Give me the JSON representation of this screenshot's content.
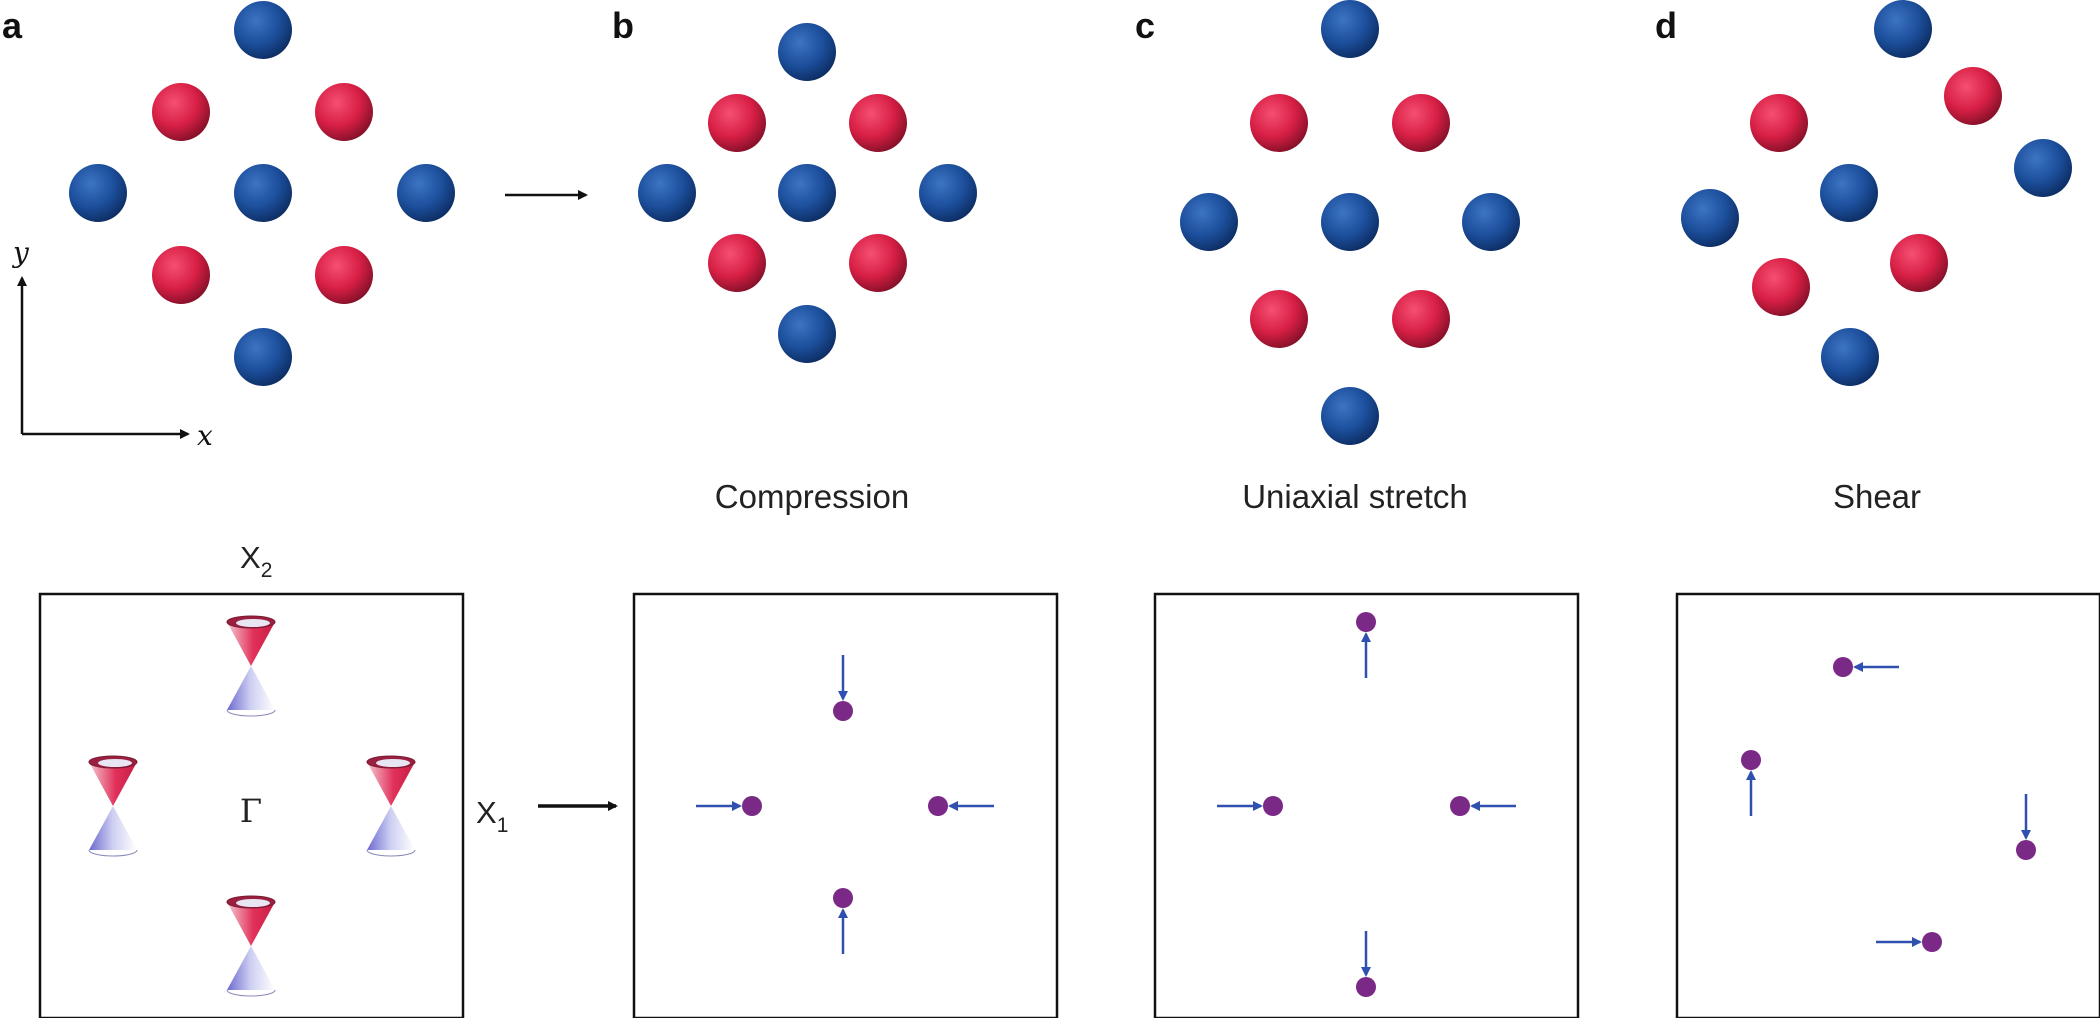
{
  "panels": {
    "a": {
      "letter": "a"
    },
    "b": {
      "letter": "b",
      "caption": "Compression"
    },
    "c": {
      "letter": "c",
      "caption": "Uniaxial stretch"
    },
    "d": {
      "letter": "d",
      "caption": "Shear"
    }
  },
  "axes": {
    "x_label": "x",
    "y_label": "y"
  },
  "brillouin": {
    "x2_main": "X",
    "x2_sub": "2",
    "x1_main": "X",
    "x1_sub": "1",
    "gamma": "Γ"
  },
  "colors": {
    "blue_atom": "#1f4f99",
    "red_atom": "#d81f45",
    "dirac_point": "#7a2a86",
    "arrow_blue": "#3050b0",
    "frame": "#111111"
  }
}
